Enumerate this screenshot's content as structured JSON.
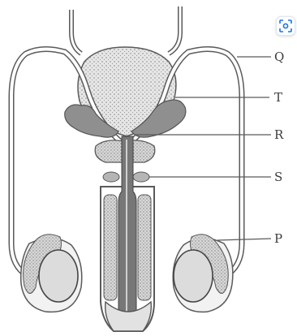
{
  "diagram": {
    "labels": {
      "q": "Q",
      "t": "T",
      "r": "R",
      "s": "S",
      "p": "P"
    }
  },
  "colors": {
    "line": "#5a5a5a",
    "bladder": "#d9d9d9",
    "gland": "#8f8f8f",
    "stipple": "#bdbdbd",
    "lens_accent": "#1a73e8"
  },
  "overlay": {
    "lens_icon": "visual-search-icon"
  }
}
